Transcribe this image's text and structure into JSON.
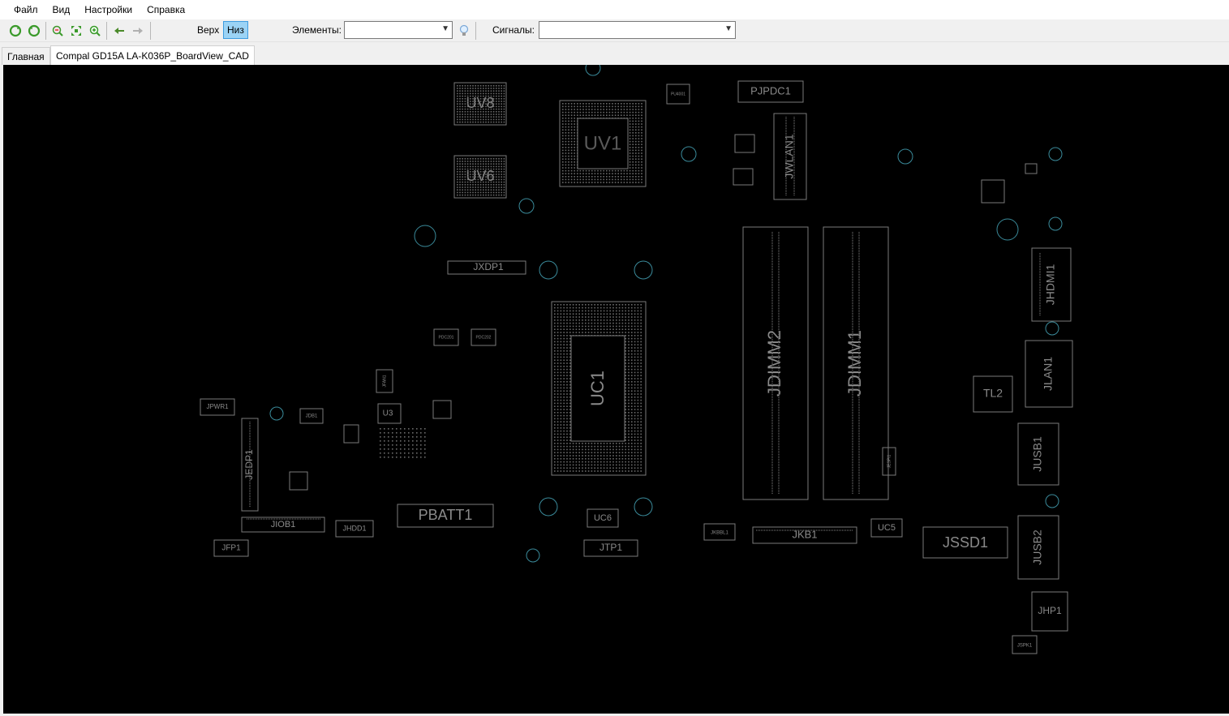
{
  "menu": {
    "file": "Файл",
    "view": "Вид",
    "settings": "Настройки",
    "help": "Справка"
  },
  "toolbar": {
    "top_label": "Верх",
    "bottom_label": "Низ",
    "elements_label": "Элементы:",
    "elements_value": "",
    "signals_label": "Сигналы:",
    "signals_value": "",
    "icons": [
      "refresh-icon",
      "refresh-alt-icon",
      "zoom-out-icon",
      "fit-icon",
      "zoom-in-icon",
      "back-arrow-icon",
      "forward-arrow-icon",
      "lightbulb-icon"
    ],
    "accent": "#9bd3f5"
  },
  "tabs": {
    "home": "Главная",
    "board": "Compal GD15A LA-K036P_BoardView_CAD"
  },
  "board": {
    "background": "#000000",
    "outline_color": "#7a7a7a",
    "label_color": "#8a8a8a",
    "labels": {
      "UV8": "UV8",
      "UV6": "UV6",
      "UV1": "UV1",
      "PJPDC1": "PJPDC1",
      "JWLAN1": "JWLAN1",
      "JXDP1": "JXDP1",
      "UC1": "UC1",
      "JDIMM2": "JDIMM2",
      "JDIMM1": "JDIMM1",
      "JHDMI1": "JHDMI1",
      "JLAN1": "JLAN1",
      "TL2": "TL2",
      "JUSB1": "JUSB1",
      "JUSB2": "JUSB2",
      "JHP1": "JHP1",
      "JSPK1": "JSPK1",
      "JSSD1": "JSSD1",
      "UC5": "UC5",
      "JKB1": "JKB1",
      "JKBBL1": "JKBBL1",
      "UC6": "UC6",
      "JTP1": "JTP1",
      "PBATT1": "PBATT1",
      "JHDD1": "JHDD1",
      "JIOB1": "JIOB1",
      "JFP1": "JFP1",
      "JEDP1": "JEDP1",
      "JPWR1": "JPWR1",
      "U3": "U3",
      "JDB1": "JDB1",
      "JFAN1": "JFAN1",
      "JESPI1": "JESPI1",
      "PU4001": "PU4001",
      "PDC201": "PDC201",
      "PDC202": "PDC202"
    }
  }
}
